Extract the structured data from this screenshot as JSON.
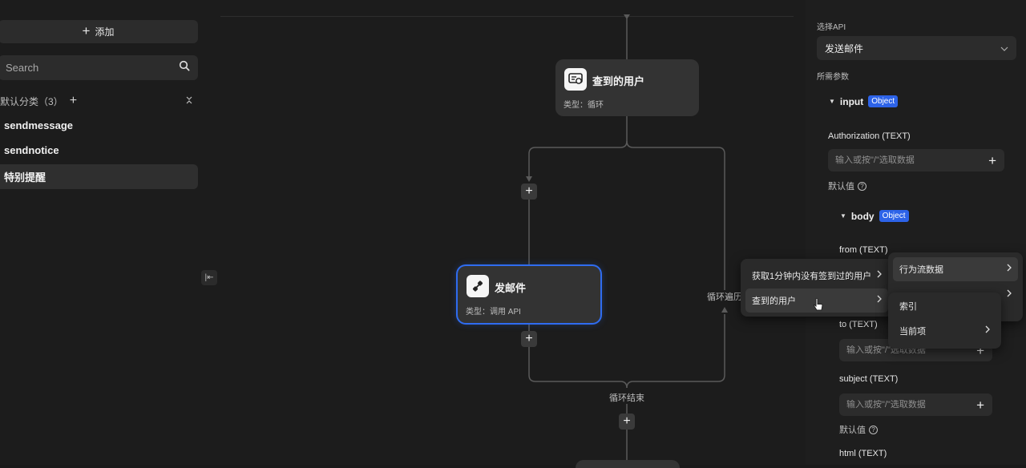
{
  "sidebar": {
    "add_label": "添加",
    "search_placeholder": "Search",
    "category_label": "默认分类（3）",
    "items": [
      {
        "label": "sendmessage"
      },
      {
        "label": "sendnotice"
      },
      {
        "label": "特别提醒"
      }
    ]
  },
  "canvas": {
    "nodes": [
      {
        "title": "查到的用户",
        "type": "类型：循环"
      },
      {
        "title": "发邮件",
        "type": "类型：调用 API"
      }
    ],
    "loop_label": "循环遍历",
    "loop_end_label": "循环结束"
  },
  "menus": {
    "primary": [
      {
        "label": "获取1分钟内没有签到过的用户"
      },
      {
        "label": "查到的用户"
      }
    ],
    "secondary": [
      {
        "label": "行为流数据"
      },
      {
        "label": ""
      },
      {
        "label": "索引"
      },
      {
        "label": "当前项"
      }
    ]
  },
  "panel": {
    "select_api_label": "选择API",
    "selected_api": "发送邮件",
    "params_label": "所需参数",
    "input_name": "input",
    "object_badge": "Object",
    "authorization_label": "Authorization (TEXT)",
    "input_placeholder": "输入或按\"/\"选取数据",
    "default_value_label": "默认值",
    "body_name": "body",
    "from_label": "from (TEXT)",
    "to_label": "to (TEXT)",
    "subject_label": "subject (TEXT)",
    "html_label": "html (TEXT)"
  },
  "colors": {
    "accent": "#2f6cf0",
    "badge": "#2d63e8",
    "background": "#1c1c1c",
    "surface": "#2c2c2c"
  }
}
